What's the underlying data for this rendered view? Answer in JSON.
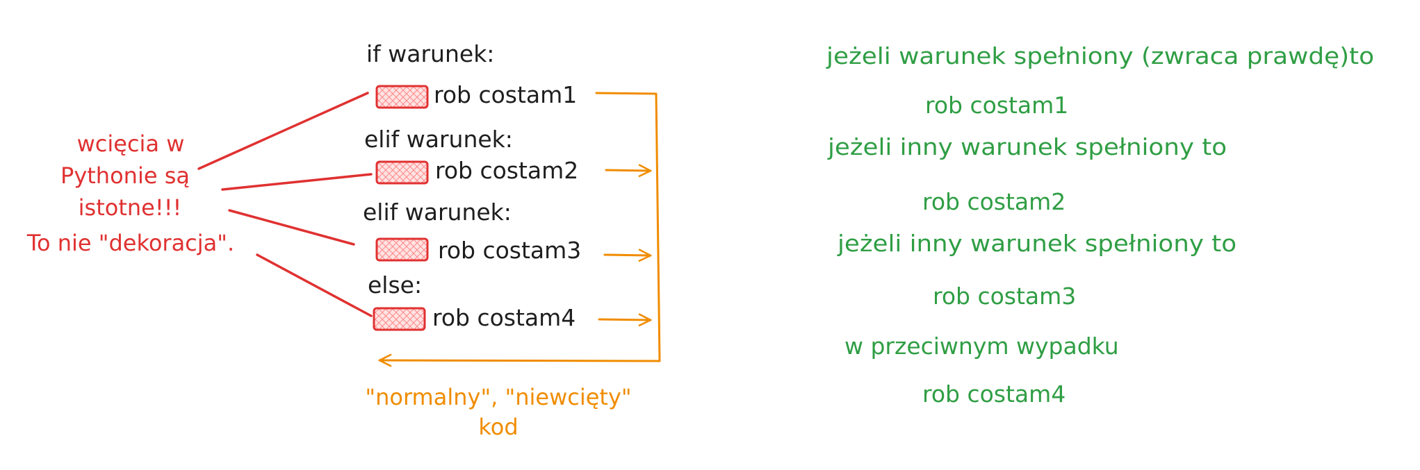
{
  "colors": {
    "code": "#1e1e1e",
    "indent_note": "#e03131",
    "flow": "#f08c00",
    "explanation": "#2f9e44"
  },
  "code": {
    "if_line": "if warunek:",
    "action1": "rob costam1",
    "elif1_line": "elif warunek:",
    "action2": "rob costam2",
    "elif2_line": "elif warunek:",
    "action3": "rob costam3",
    "else_line": "else:",
    "action4": "rob costam4"
  },
  "indent_note": {
    "lines": [
      "wcięcia w",
      "Pythonie są",
      "istotne!!!",
      "To nie \"dekoracja\"."
    ]
  },
  "flow_note": {
    "lines": [
      "\"normalny\", \"niewcięty\"",
      "kod"
    ]
  },
  "explanation": {
    "line1": "jeżeli warunek spełniony (zwraca prawdę)to",
    "line2": "rob costam1",
    "line3": "jeżeli inny warunek spełniony to",
    "line4": "rob costam2",
    "line5": "jeżeli inny warunek spełniony to",
    "line6": "rob costam3",
    "line7": "w przeciwnym wypadku",
    "line8": "rob costam4"
  }
}
